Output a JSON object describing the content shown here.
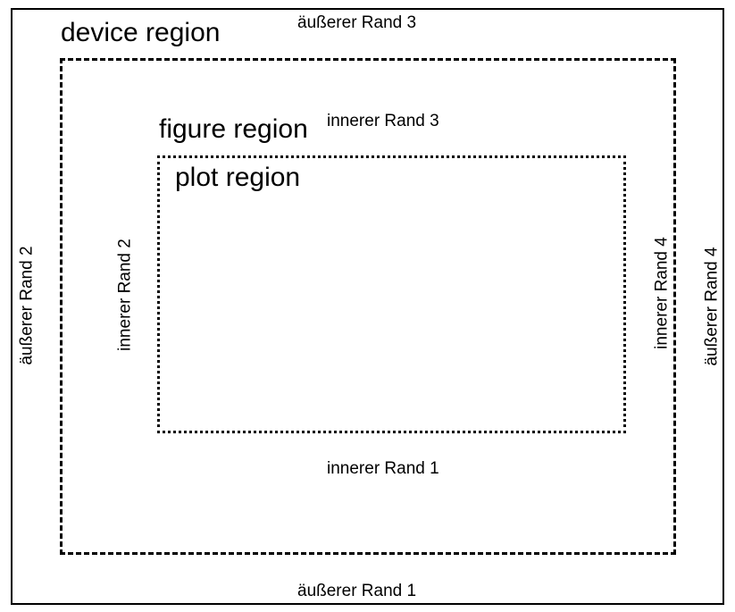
{
  "regions": {
    "device": "device region",
    "figure": "figure region",
    "plot": "plot region"
  },
  "margins": {
    "outer_1": "äußerer Rand 1",
    "outer_2": "äußerer Rand 2",
    "outer_3": "äußerer Rand 3",
    "outer_4": "äußerer Rand 4",
    "inner_1": "innerer Rand 1",
    "inner_2": "innerer Rand 2",
    "inner_3": "innerer Rand 3",
    "inner_4": "innerer Rand 4"
  }
}
